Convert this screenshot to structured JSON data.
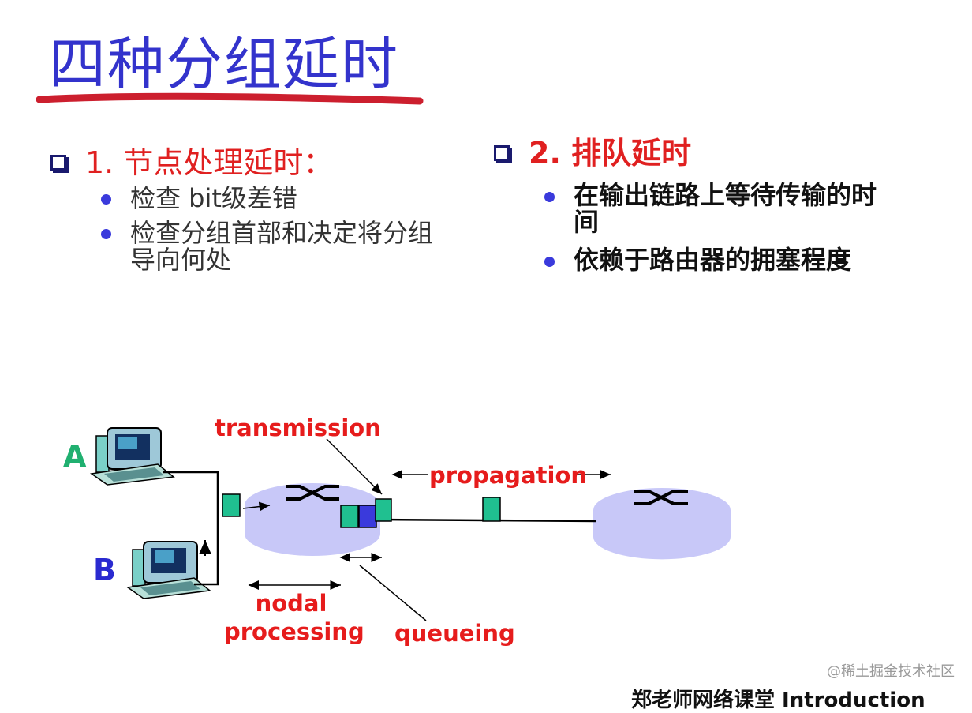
{
  "title": "四种分组延时",
  "left": {
    "heading": "1. 节点处理延时：",
    "items": [
      "检查 bit级差错",
      "检查分组首部和决定将分组导向何处"
    ]
  },
  "right": {
    "heading": "2. 排队延时",
    "items": [
      "在输出链路上等待传输的时间",
      "依赖于路由器的拥塞程度"
    ]
  },
  "diagram": {
    "host_a": "A",
    "host_b": "B",
    "label_transmission": "transmission",
    "label_propagation": "propagation",
    "label_nodal": "nodal",
    "label_processing": "processing",
    "label_queueing": "queueing"
  },
  "colors": {
    "title": "#3333cc",
    "heading": "#e02020",
    "label": "#e61c1c",
    "router": "#c8c8f8",
    "packet_green": "#20c090",
    "packet_blue": "#3a3adc",
    "host_a": "#20b070",
    "host_b": "#2a2ad0"
  },
  "watermark": "@稀土掘金技术社区",
  "footer": "郑老师网络课堂 Introduction"
}
